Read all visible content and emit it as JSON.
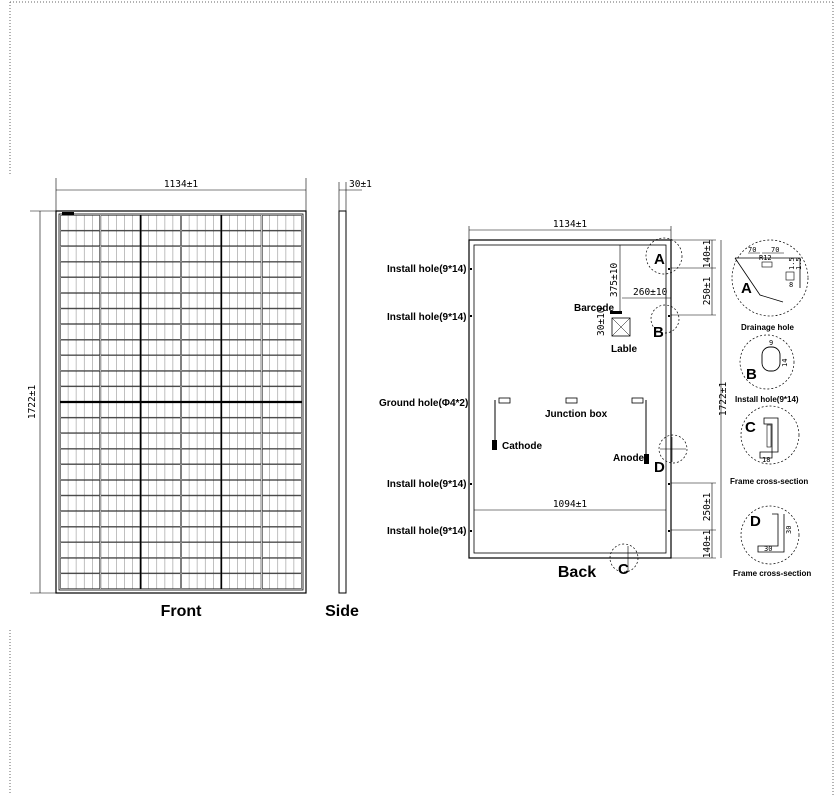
{
  "front": {
    "width_dim": "1134±1",
    "height_dim": "1722±1",
    "title": "Front"
  },
  "side": {
    "thickness_dim": "30±1",
    "title": "Side"
  },
  "back": {
    "title": "Back",
    "width_dim": "1134±1",
    "inner_width_dim": "1094±1",
    "height_dim": "1722±1",
    "dim_375": "375±10",
    "dim_260": "260±10",
    "dim_30": "30±10",
    "dim_140_top": "140±1",
    "dim_250_top": "250±1",
    "dim_250_bottom": "250±1",
    "dim_140_bottom": "140±1",
    "labels": {
      "install1": "Install hole(9*14)",
      "install2": "Install hole(9*14)",
      "ground": "Ground hole(Φ4*2)",
      "install3": "Install hole(9*14)",
      "install4": "Install hole(9*14)",
      "barcode": "Barcode",
      "lable": "Lable",
      "junction": "Junction box",
      "cathode": "Cathode",
      "anode": "Anode"
    },
    "markers": {
      "a": "A",
      "b": "B",
      "c": "C",
      "d": "D"
    }
  },
  "details": {
    "a": {
      "letter": "A",
      "caption": "Drainage hole",
      "d1": "70",
      "d2": "70",
      "d3": "R12",
      "d4": "1.5",
      "d5": "1.5",
      "d6": "8"
    },
    "b": {
      "letter": "B",
      "caption": "Install hole(9*14)",
      "d1": "9",
      "d2": "14"
    },
    "c": {
      "letter": "C",
      "caption": "Frame cross-section",
      "d1": "18"
    },
    "d": {
      "letter": "D",
      "caption": "Frame cross-section",
      "d1": "30",
      "d2": "30"
    }
  }
}
